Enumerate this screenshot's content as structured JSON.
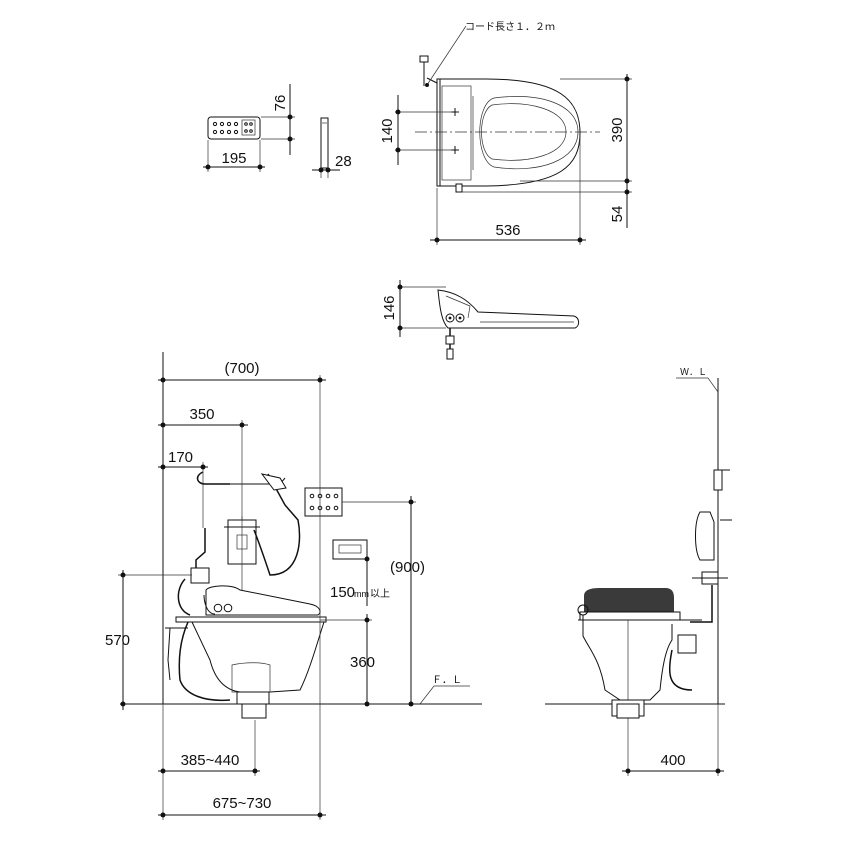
{
  "notes": {
    "cord_length": "コード長さ１．２ｍ",
    "water_level": "Ｗ．Ｌ",
    "floor_level": "Ｆ．Ｌ",
    "min_clearance": "以上"
  },
  "dimensions": {
    "remote_height": "76",
    "remote_width": "195",
    "remote_depth": "28",
    "seat_bolt_pitch": "140",
    "seat_width": "390",
    "seat_rear": "54",
    "seat_length": "536",
    "seat_height": "146",
    "wall_to_remote": "(700)",
    "wall_to_shower": "350",
    "wall_to_hanger": "170",
    "remote_height_floor": "(900)",
    "min_clearance_value": "150",
    "min_clearance_unit": "mm",
    "floor_to_paper": "360",
    "floor_to_seat": "570",
    "wall_to_drain": "385~440",
    "wall_to_front": "675~730",
    "side_width": "400"
  }
}
